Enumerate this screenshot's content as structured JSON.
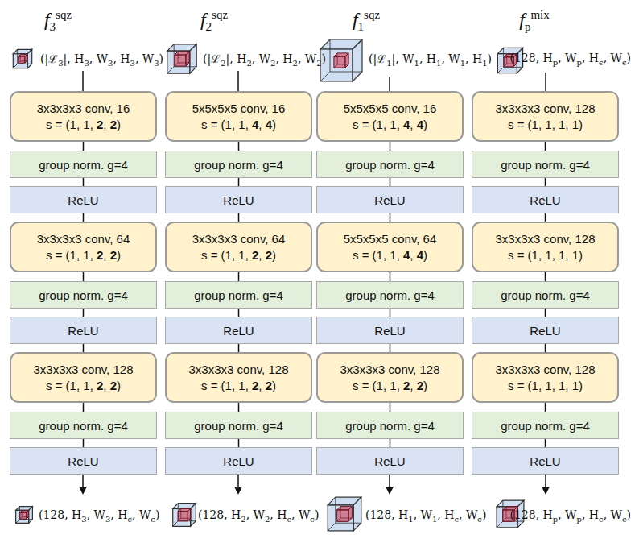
{
  "diagram": {
    "nodes": [
      {
        "text": [
          "3x3x3x3 conv, 16",
          "s = (1, 1, 2, 2)"
        ]
      },
      {
        "text": [
          "group norm. g=4"
        ]
      },
      {
        "text": [
          "ReLU"
        ]
      },
      {
        "text": [
          "3x3x3x3 conv, 64",
          "s = (1, 1, 2, 2)"
        ]
      },
      {
        "text": [
          "group norm. g=4"
        ]
      },
      {
        "text": [
          "ReLU"
        ]
      },
      {
        "text": [
          "3x3x3x3 conv, 128",
          "s = (1, 1, 2, 2)"
        ]
      },
      {
        "text": [
          "group norm. g=4"
        ]
      },
      {
        "text": [
          "ReLU"
        ]
      },
      {
        "text": [
          "5x5x5x5 conv, 16",
          "s = (1, 1, 4, 4)"
        ]
      },
      {
        "text": [
          "group norm. g=4"
        ]
      },
      {
        "text": [
          "ReLU"
        ]
      },
      {
        "text": [
          "3x3x3x3 conv, 64",
          "s = (1, 1, 2, 2)"
        ]
      },
      {
        "text": [
          "group norm. g=4"
        ]
      },
      {
        "text": [
          "ReLU"
        ]
      },
      {
        "text": [
          "3x3x3x3 conv, 128",
          "s = (1, 1, 2, 2)"
        ]
      },
      {
        "text": [
          "group norm. g=4"
        ]
      },
      {
        "text": [
          "ReLU"
        ]
      },
      {
        "text": [
          "5x5x5x5 conv, 16",
          "s = (1, 1, 4, 4)"
        ]
      },
      {
        "text": [
          "group norm. g=4"
        ]
      },
      {
        "text": [
          "ReLU"
        ]
      },
      {
        "text": [
          "5x5x5x5 conv, 64",
          "s = (1, 1, 4, 4)"
        ]
      },
      {
        "text": [
          "group norm. g=4"
        ]
      },
      {
        "text": [
          "ReLU"
        ]
      },
      {
        "text": [
          "3x3x3x3 conv, 128",
          "s = (1, 1, 2, 2)"
        ]
      },
      {
        "text": [
          "group norm. g=4"
        ]
      },
      {
        "text": [
          "ReLU"
        ]
      },
      {
        "text": [
          "3x3x3x3 conv, 128",
          "s = (1, 1, 1, 1)"
        ]
      },
      {
        "text": [
          "group norm. g=4"
        ]
      },
      {
        "text": [
          "ReLU"
        ]
      },
      {
        "text": [
          "3x3x3x3 conv, 128",
          "s = (1, 1, 1, 1)"
        ]
      },
      {
        "text": [
          "group norm. g=4"
        ]
      },
      {
        "text": [
          "ReLU"
        ]
      },
      {
        "text": [
          "3x3x3x3 conv, 128",
          "s = (1, 1, 1, 1)"
        ]
      },
      {
        "text": [
          "group norm. g=4"
        ]
      },
      {
        "text": [
          "ReLU"
        ]
      }
    ],
    "edges": [
      {
        "from": 0,
        "to": 1,
        "arrow": "none"
      },
      {
        "from": 1,
        "to": 2,
        "arrow": "none"
      },
      {
        "from": 2,
        "to": 3,
        "arrow": "none"
      },
      {
        "from": 3,
        "to": 4,
        "arrow": "none"
      },
      {
        "from": 4,
        "to": 5,
        "arrow": "none"
      },
      {
        "from": 5,
        "to": 6,
        "arrow": "none"
      },
      {
        "from": 6,
        "to": 7,
        "arrow": "none"
      },
      {
        "from": 7,
        "to": 8,
        "arrow": "none"
      },
      {
        "from": 9,
        "to": 10,
        "arrow": "none"
      },
      {
        "from": 10,
        "to": 11,
        "arrow": "none"
      },
      {
        "from": 11,
        "to": 12,
        "arrow": "none"
      },
      {
        "from": 12,
        "to": 13,
        "arrow": "none"
      },
      {
        "from": 13,
        "to": 14,
        "arrow": "none"
      },
      {
        "from": 14,
        "to": 15,
        "arrow": "none"
      },
      {
        "from": 15,
        "to": 16,
        "arrow": "none"
      },
      {
        "from": 16,
        "to": 17,
        "arrow": "none"
      },
      {
        "from": 18,
        "to": 19,
        "arrow": "none"
      },
      {
        "from": 19,
        "to": 20,
        "arrow": "none"
      },
      {
        "from": 20,
        "to": 21,
        "arrow": "none"
      },
      {
        "from": 21,
        "to": 22,
        "arrow": "none"
      },
      {
        "from": 22,
        "to": 23,
        "arrow": "none"
      },
      {
        "from": 23,
        "to": 24,
        "arrow": "none"
      },
      {
        "from": 24,
        "to": 25,
        "arrow": "none"
      },
      {
        "from": 25,
        "to": 26,
        "arrow": "none"
      },
      {
        "from": 27,
        "to": 28,
        "arrow": "none"
      },
      {
        "from": 28,
        "to": 29,
        "arrow": "none"
      },
      {
        "from": 29,
        "to": 30,
        "arrow": "none"
      },
      {
        "from": 30,
        "to": 31,
        "arrow": "none"
      },
      {
        "from": 31,
        "to": 32,
        "arrow": "none"
      },
      {
        "from": 32,
        "to": 33,
        "arrow": "none"
      },
      {
        "from": 33,
        "to": 34,
        "arrow": "none"
      },
      {
        "from": 34,
        "to": 35,
        "arrow": "none"
      }
    ],
    "labels": [
      "f3sqz",
      "f2sqz",
      "f1sqz",
      "fpmix",
      "(|ℒ3|, H3, W3, H3, W3)",
      "(|ℒ2|, H2, W2, H2, W2)",
      "(|ℒ1|, W1, H1, W1, H1)",
      "(128, Hp, Wp, Hϵ, Wϵ)",
      "(128, H3, W3, Hϵ, Wϵ)",
      "(128, H2, W2, Hϵ, Wϵ)",
      "(128, H1, W1, Hϵ, Wϵ)",
      "(128, Hp, Wp, Hϵ, Wϵ)"
    ]
  }
}
